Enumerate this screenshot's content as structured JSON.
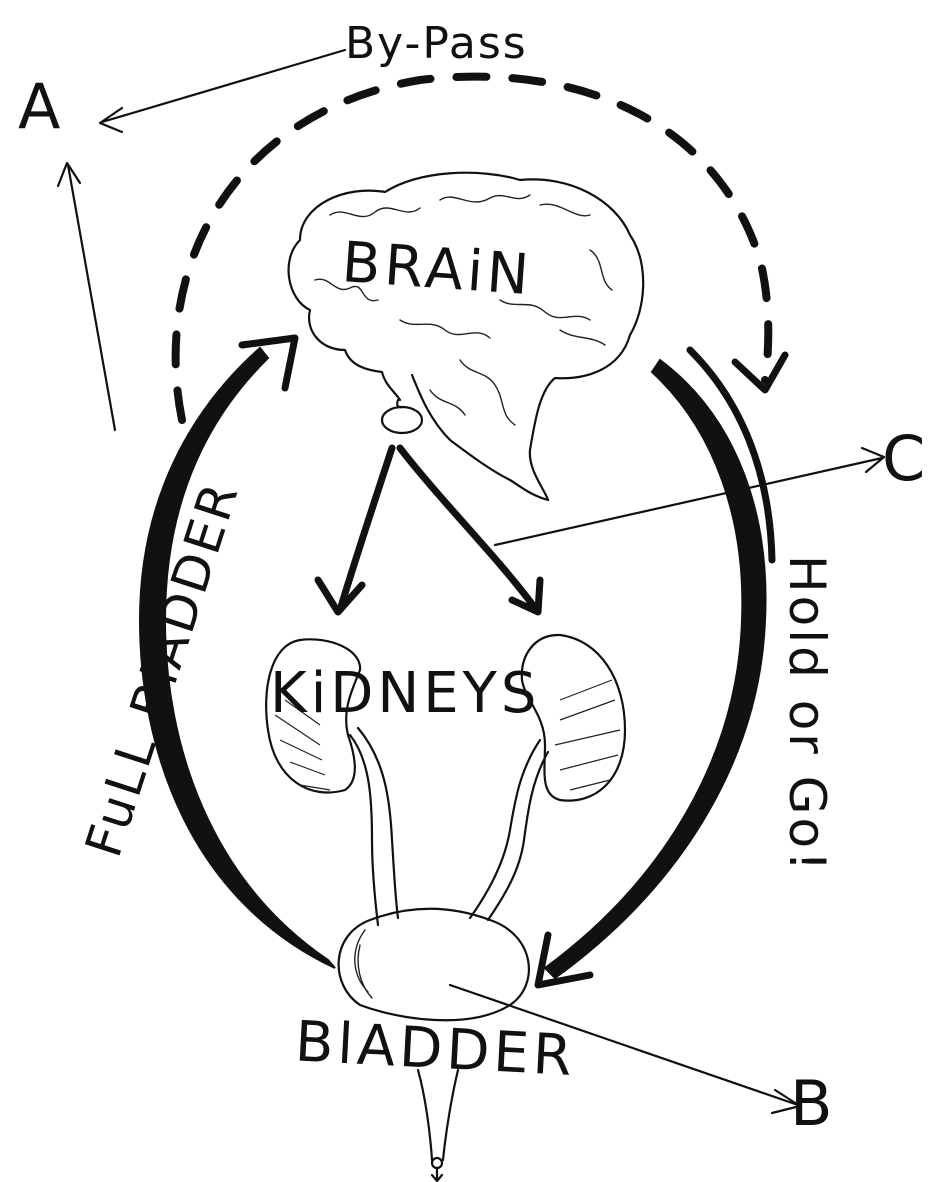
{
  "labels": {
    "bypass": "By-Pass",
    "a": "A",
    "b": "B",
    "c": "C",
    "brain": "BRAiN",
    "kidneys": "KiDNEYS",
    "bladder": "BlADDER",
    "full_bladder": "FuLL BlADDER",
    "hold_or_go": "Hold or Go!"
  }
}
